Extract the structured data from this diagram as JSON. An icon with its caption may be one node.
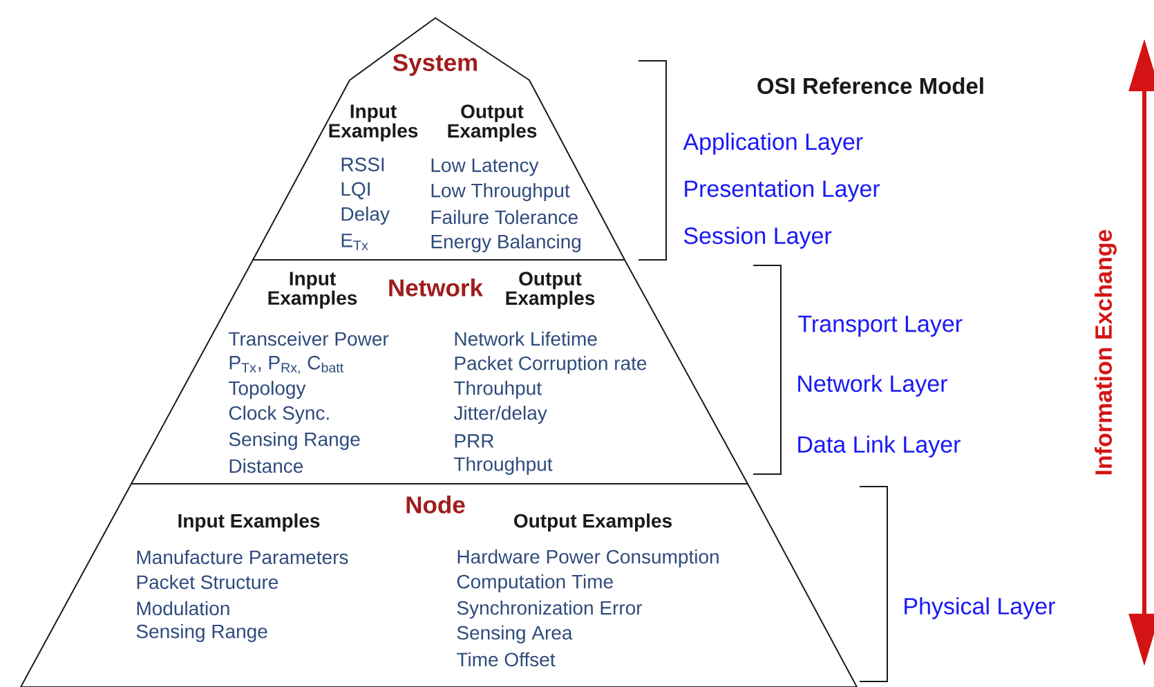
{
  "diagram": {
    "nodes": [
      {
        "text": [
          "System",
          "Input Examples",
          "Output Examples",
          "RSSI",
          "LQI",
          "Delay",
          "E$_{Tx}$",
          "Low Latency",
          "Low Throughput",
          "Failure  Tolerance",
          "Energy Balancing"
        ]
      },
      {
        "text": [
          "Input Examples",
          "Network",
          "Output Examples",
          "Transceiver  Power",
          "P$_{Tx}$, P$_{Rx,}$ C$_{batt}$",
          "Topology",
          "Clock Sync.",
          "Sensing Range",
          "Distance",
          "Network Lifetime",
          "Packet Corruption rate",
          "Throuhput",
          "Jitter/delay",
          "PRR",
          "Throughput"
        ]
      },
      {
        "text": [
          "Node",
          "Input Examples",
          "Output Examples",
          "Manufacture Parameters",
          "Packet Structure",
          "Modulation",
          "Sensing Range",
          "Hardware Power Consumption",
          "Computation Time",
          "Synchronization Error",
          "Sensing Area",
          "Time Offset"
        ]
      }
    ],
    "labels": [
      "OSI Reference Model",
      "Application Layer",
      "Presentation Layer",
      "Session Layer",
      "Transport Layer",
      "Network Layer",
      "Data Link Layer",
      "Physical Layer",
      "Information Exchange"
    ]
  }
}
